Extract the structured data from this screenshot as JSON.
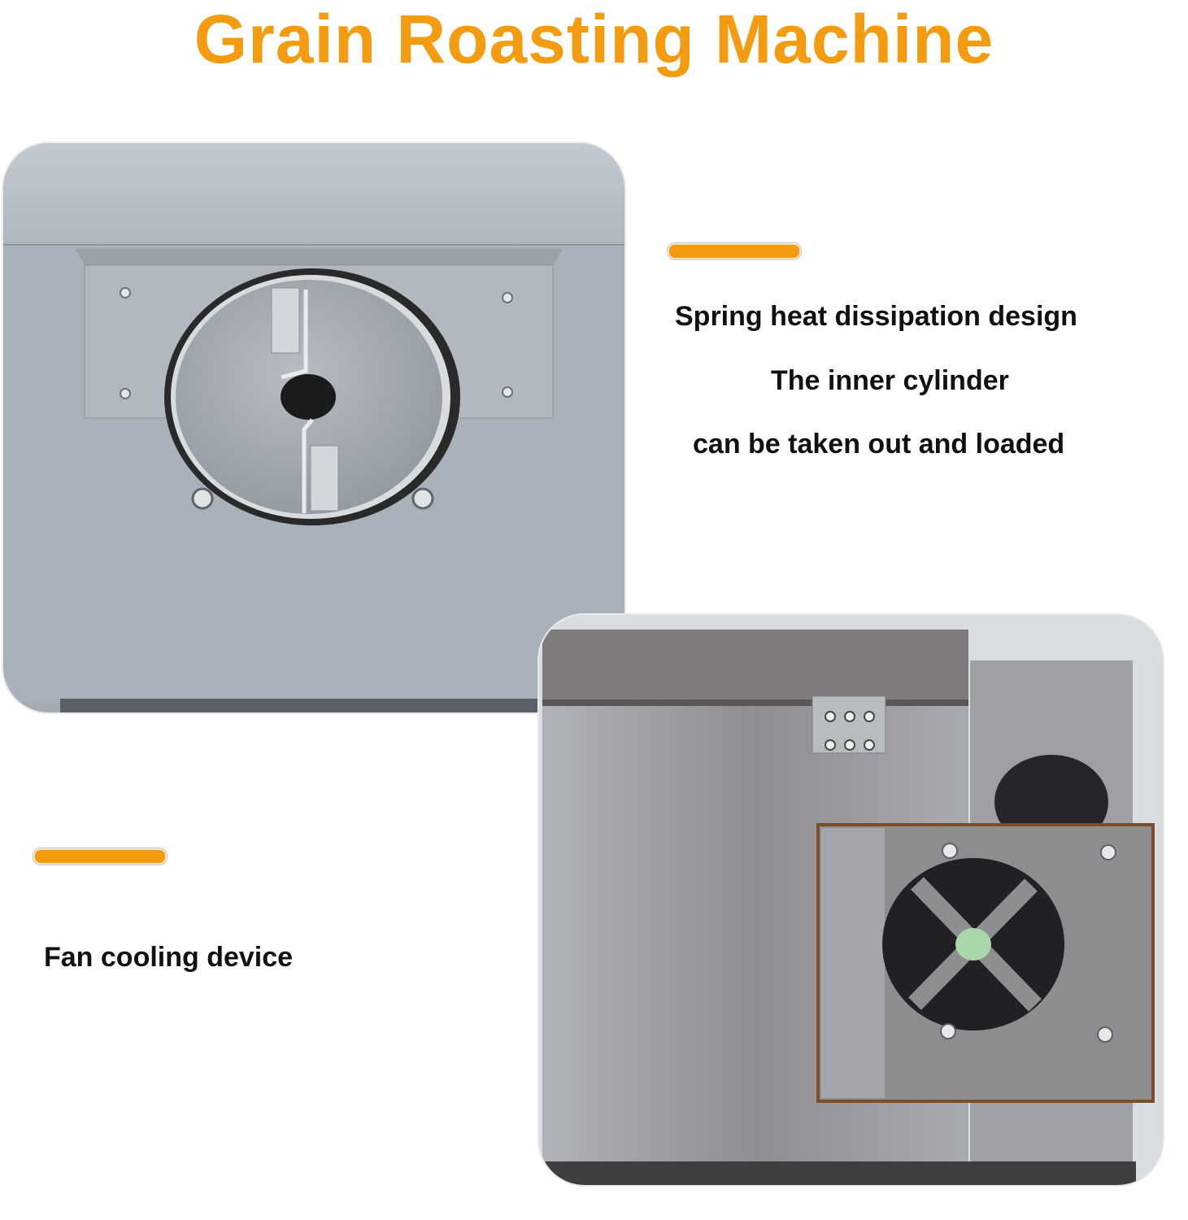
{
  "page": {
    "title": "Grain Roasting Machine",
    "accent_color": "#f39c12"
  },
  "features": [
    {
      "id": "inner-cylinder",
      "lines": [
        "Spring heat dissipation design",
        "The inner cylinder",
        "can be taken out and loaded"
      ]
    },
    {
      "id": "fan",
      "lines": [
        "Fan cooling device"
      ]
    }
  ],
  "images": [
    {
      "name": "roaster-rear-cylinder-photo",
      "depicts": "Stainless steel roaster back panel with round removable cylinder door and two hinges"
    },
    {
      "name": "roaster-side-fan-photo",
      "depicts": "Stainless steel roaster side with hinged lid and rear cooling fan, with zoomed inset of fan"
    }
  ]
}
